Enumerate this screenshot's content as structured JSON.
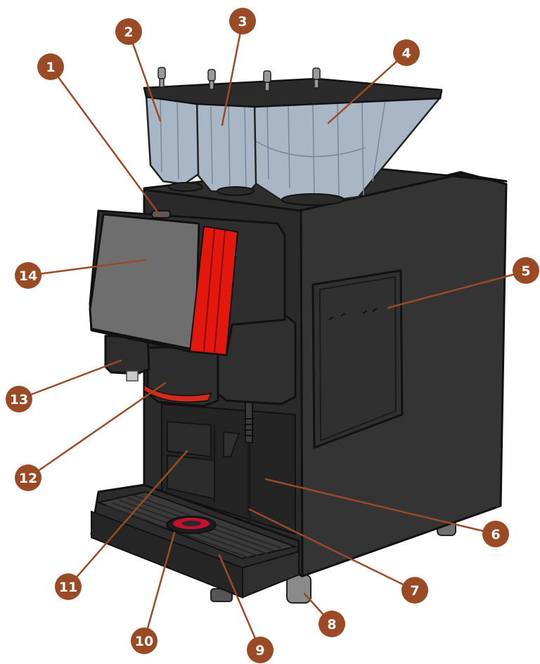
{
  "colors": {
    "badge": "#9b4a26",
    "leader": "#9b4a26",
    "body": "#2b2b2b",
    "body_side": "#333333",
    "hopper": "#a9b6c6",
    "accent_red": "#e3170d",
    "screen": "#6e6e6e"
  },
  "callouts": [
    {
      "label": "1"
    },
    {
      "label": "2"
    },
    {
      "label": "3"
    },
    {
      "label": "4"
    },
    {
      "label": "5"
    },
    {
      "label": "6"
    },
    {
      "label": "7"
    },
    {
      "label": "8"
    },
    {
      "label": "9"
    },
    {
      "label": "10"
    },
    {
      "label": "11"
    },
    {
      "label": "12"
    },
    {
      "label": "13"
    },
    {
      "label": "14"
    }
  ]
}
